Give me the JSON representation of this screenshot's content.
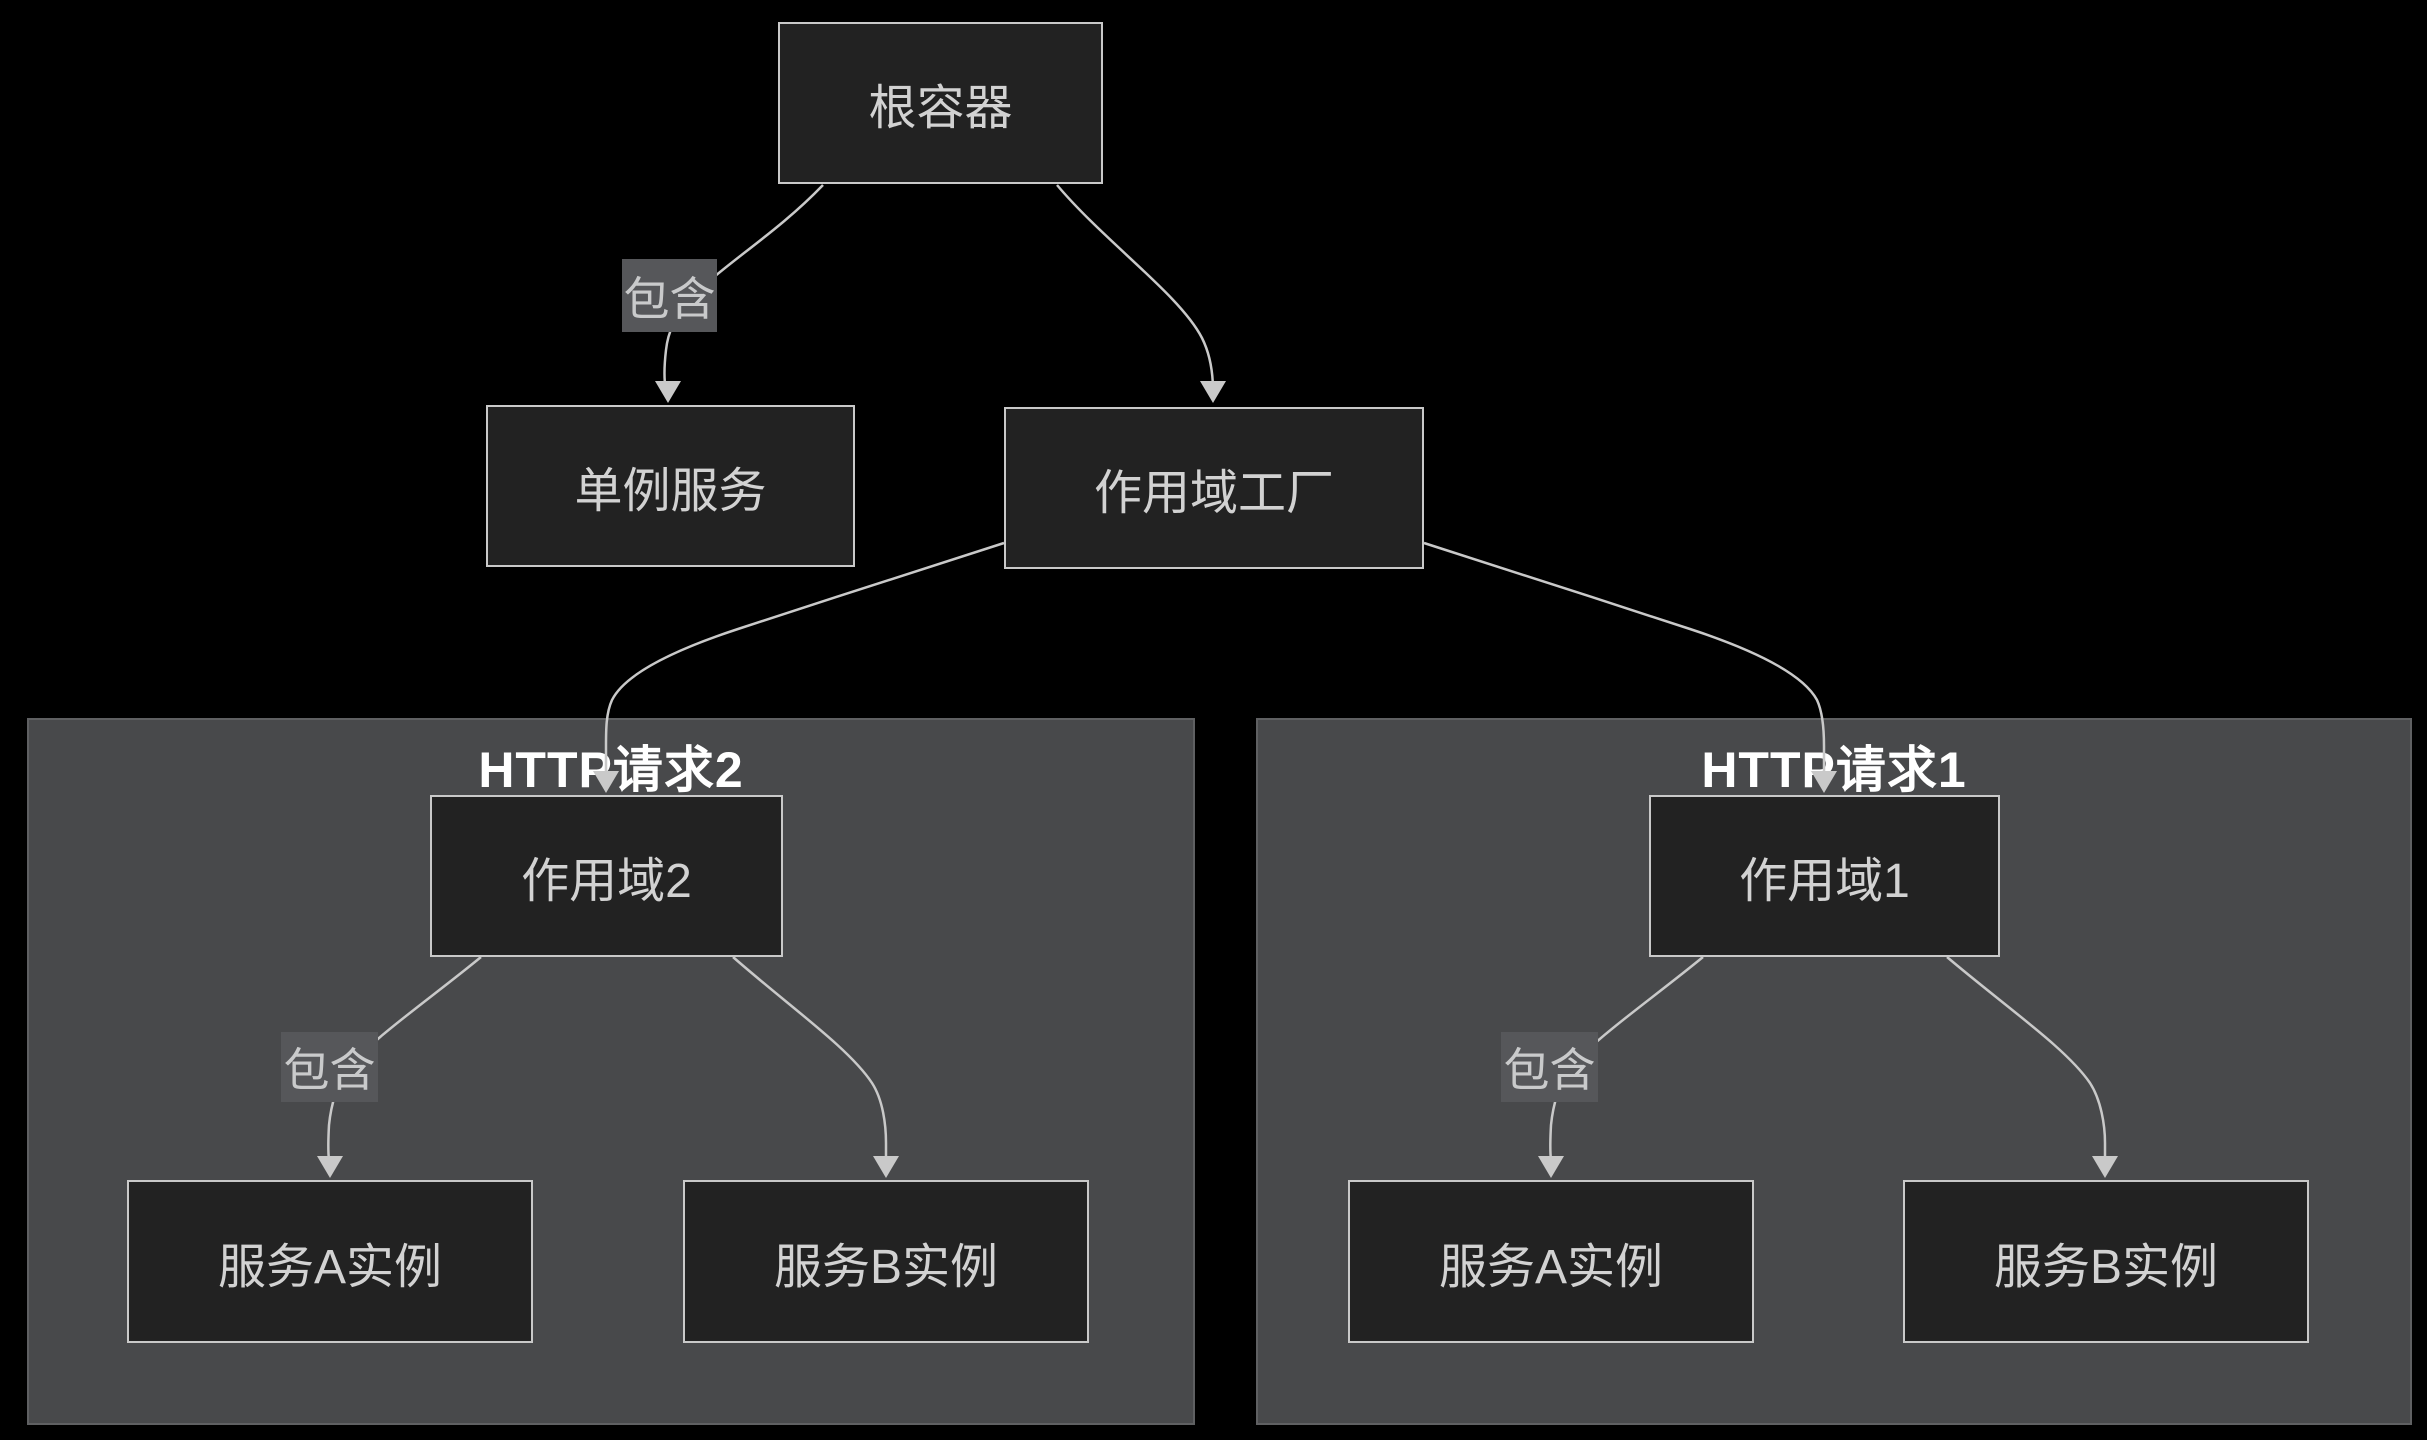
{
  "diagram": {
    "type": "flowchart-top-down",
    "background_color": "#000000",
    "colors": {
      "node_fill": "#222222",
      "node_border": "#c9c9c9",
      "node_text": "#d2d2d2",
      "cluster_fill": "#48494b",
      "cluster_border": "#5f6062",
      "cluster_title_text": "#ffffff",
      "edge_stroke": "#c9c9c9",
      "edge_label_bg": "#56575a",
      "edge_label_text": "#c9cacb"
    },
    "nodes": {
      "root": {
        "label": "根容器"
      },
      "singleton": {
        "label": "单例服务"
      },
      "factory": {
        "label": "作用域工厂"
      },
      "scope2": {
        "label": "作用域2"
      },
      "scope1": {
        "label": "作用域1"
      },
      "svc_a2": {
        "label": "服务A实例"
      },
      "svc_b2": {
        "label": "服务B实例"
      },
      "svc_a1": {
        "label": "服务A实例"
      },
      "svc_b1": {
        "label": "服务B实例"
      }
    },
    "clusters": {
      "request2": {
        "title": "HTTP请求2"
      },
      "request1": {
        "title": "HTTP请求1"
      }
    },
    "edge_labels": {
      "contains_top": "包含",
      "contains_left": "包含",
      "contains_right": "包含"
    },
    "edges": [
      {
        "from": "根容器",
        "to": "单例服务",
        "label": "包含"
      },
      {
        "from": "根容器",
        "to": "作用域工厂",
        "label": ""
      },
      {
        "from": "作用域工厂",
        "to": "作用域2",
        "label": ""
      },
      {
        "from": "作用域工厂",
        "to": "作用域1",
        "label": ""
      },
      {
        "from": "作用域2",
        "to": "服务A实例",
        "label": "包含"
      },
      {
        "from": "作用域2",
        "to": "服务B实例",
        "label": ""
      },
      {
        "from": "作用域1",
        "to": "服务A实例",
        "label": "包含"
      },
      {
        "from": "作用域1",
        "to": "服务B实例",
        "label": ""
      }
    ]
  }
}
